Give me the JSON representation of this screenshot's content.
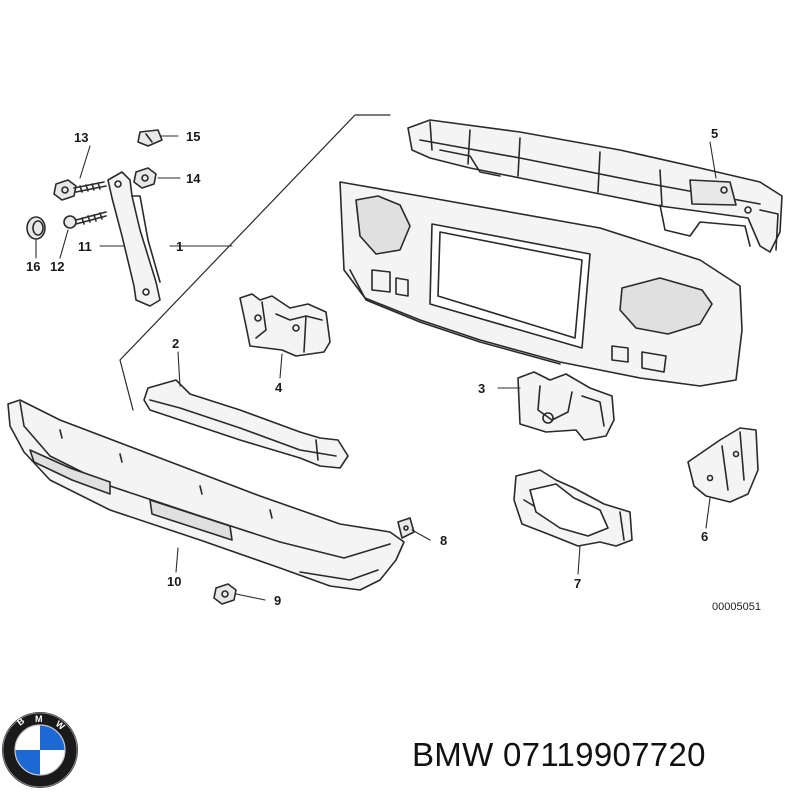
{
  "diagram": {
    "callouts": [
      "1",
      "2",
      "3",
      "4",
      "5",
      "6",
      "7",
      "8",
      "9",
      "10",
      "11",
      "12",
      "13",
      "14",
      "15",
      "16"
    ],
    "drawing_code": "00005051"
  },
  "logo": {
    "text": "BMW",
    "colors": {
      "blue": "#1c69d4",
      "white": "#ffffff",
      "ring": "#1a1a1a"
    }
  },
  "part_number": "BMW 07119907720"
}
